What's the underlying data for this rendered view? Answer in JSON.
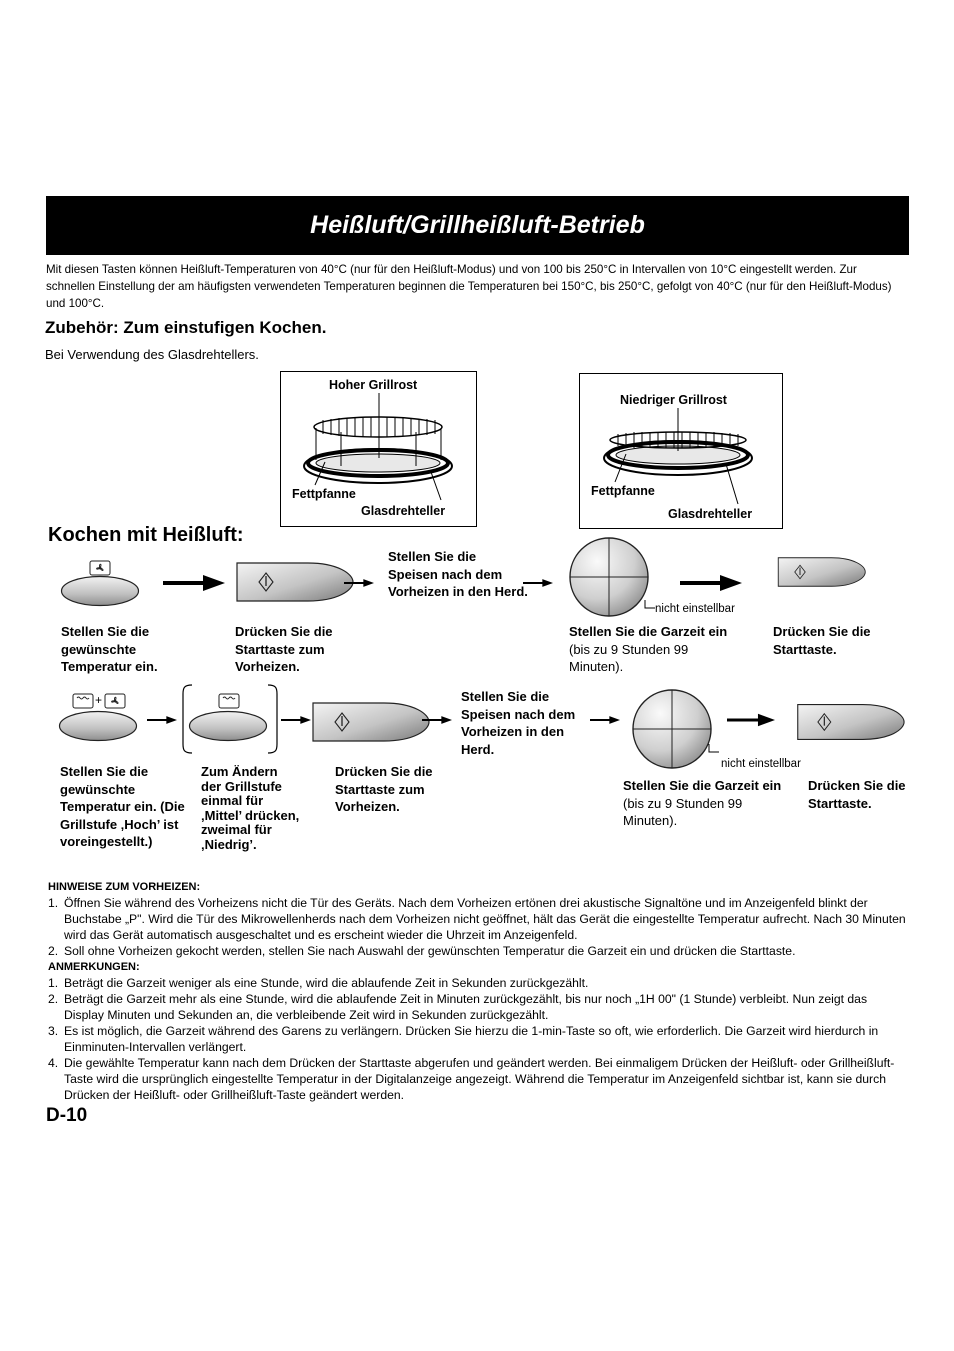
{
  "page": {
    "title": "Heißluft/Grillheißluft-Betrieb",
    "intro": "Mit diesen Tasten können Heißluft-Temperaturen von 40°C (nur für den Heißluft-Modus) und von 100 bis 250°C in Intervallen von 10°C eingestellt werden. Zur schnellen Einstellung der am häufigsten verwendeten Temperaturen beginnen die Temperaturen bei 150°C, bis 250°C, gefolgt von 40°C (nur für den Heißluft-Modus) und 100°C.",
    "page_number": "D-10"
  },
  "accessories": {
    "heading": "Zubehör: Zum einstufigen Kochen.",
    "subheading": "Bei Verwendung des Glasdrehtellers.",
    "high_rack": {
      "rack_label": "Hoher Grillrost",
      "pan_label": "Fettpfanne",
      "turntable_label": "Glasdrehteller"
    },
    "low_rack": {
      "rack_label": "Niedriger Grillrost",
      "pan_label": "Fettpfanne",
      "turntable_label": "Glasdrehteller"
    }
  },
  "cooking": {
    "heading": "Kochen mit Heißluft:",
    "row1": {
      "step1": "Stellen Sie die gewünschte Temperatur ein.",
      "step2": "Drücken Sie die Starttaste zum Vorheizen.",
      "step3": "Stellen Sie die Speisen nach dem Vorheizen in den Herd.",
      "dial_note": "nicht einstellbar",
      "step4_bold": "Stellen Sie die Garzeit ein",
      "step4_normal": " (bis zu 9 Stunden 99 Minuten).",
      "step5": "Drücken Sie die Starttaste."
    },
    "row2": {
      "plus_sign": "+",
      "step1": "Stellen Sie die gewünschte Temperatur ein. (Die Grillstufe ‚Hoch’ ist voreingestellt.)",
      "step2": "Zum Ändern der Grillstufe einmal für ‚Mittel’ drücken, zweimal für ‚Niedrig’.",
      "step3": "Drücken Sie die Starttaste zum Vorheizen.",
      "step4": "Stellen Sie die Speisen nach dem Vorheizen in den Herd.",
      "dial_note": "nicht einstellbar",
      "step5_bold": "Stellen Sie die Garzeit ein",
      "step5_normal": " (bis zu 9 Stunden 99 Minuten).",
      "step6": "Drücken Sie die Starttaste."
    }
  },
  "notes": {
    "preheat_heading": "HINWEISE ZUM VORHEIZEN:",
    "preheat": [
      "Öffnen Sie während des Vorheizens nicht die Tür des Geräts. Nach dem Vorheizen ertönen drei akustische Signaltöne und im Anzeigenfeld blinkt der Buchstabe „P\". Wird die Tür des Mikrowellenherds nach dem Vorheizen nicht geöffnet, hält das Gerät die eingestellte Temperatur aufrecht. Nach 30 Minuten wird das Gerät automatisch ausgeschaltet und es erscheint wieder die Uhrzeit im Anzeigenfeld.",
      "Soll ohne Vorheizen gekocht werden, stellen Sie nach Auswahl der gewünschten Temperatur die Garzeit ein und drücken die Starttaste."
    ],
    "remarks_heading": "ANMERKUNGEN:",
    "remarks": [
      "Beträgt die Garzeit weniger als eine Stunde, wird die ablaufende Zeit in Sekunden zurückgezählt.",
      "Beträgt die Garzeit mehr als eine Stunde, wird die ablaufende Zeit in Minuten zurückgezählt, bis nur noch „1H 00\" (1 Stunde) verbleibt. Nun zeigt das Display Minuten und Sekunden an, die verbleibende Zeit wird in Sekunden zurückgezählt.",
      "Es ist möglich, die Garzeit während des Garens zu verlängern. Drücken Sie hierzu die 1-min-Taste so oft, wie erforderlich. Die Garzeit wird hierdurch in Einminuten-Intervallen verlängert.",
      "Die gewählte Temperatur kann nach dem Drücken der Starttaste abgerufen und geändert werden. Bei einmaligem Drücken der Heißluft- oder Grillheißluft-Taste wird die ursprünglich eingestellte Temperatur in der Digitalanzeige angezeigt. Während die Temperatur im Anzeigenfeld sichtbar ist, kann sie durch Drücken der Heißluft- oder Grillheißluft-Taste geändert werden."
    ]
  },
  "colors": {
    "key_light": "#e4e4e4",
    "key_dark": "#8a8a8a",
    "dial_light": "#f0f0f0",
    "dial_dark": "#9a9a9a"
  }
}
